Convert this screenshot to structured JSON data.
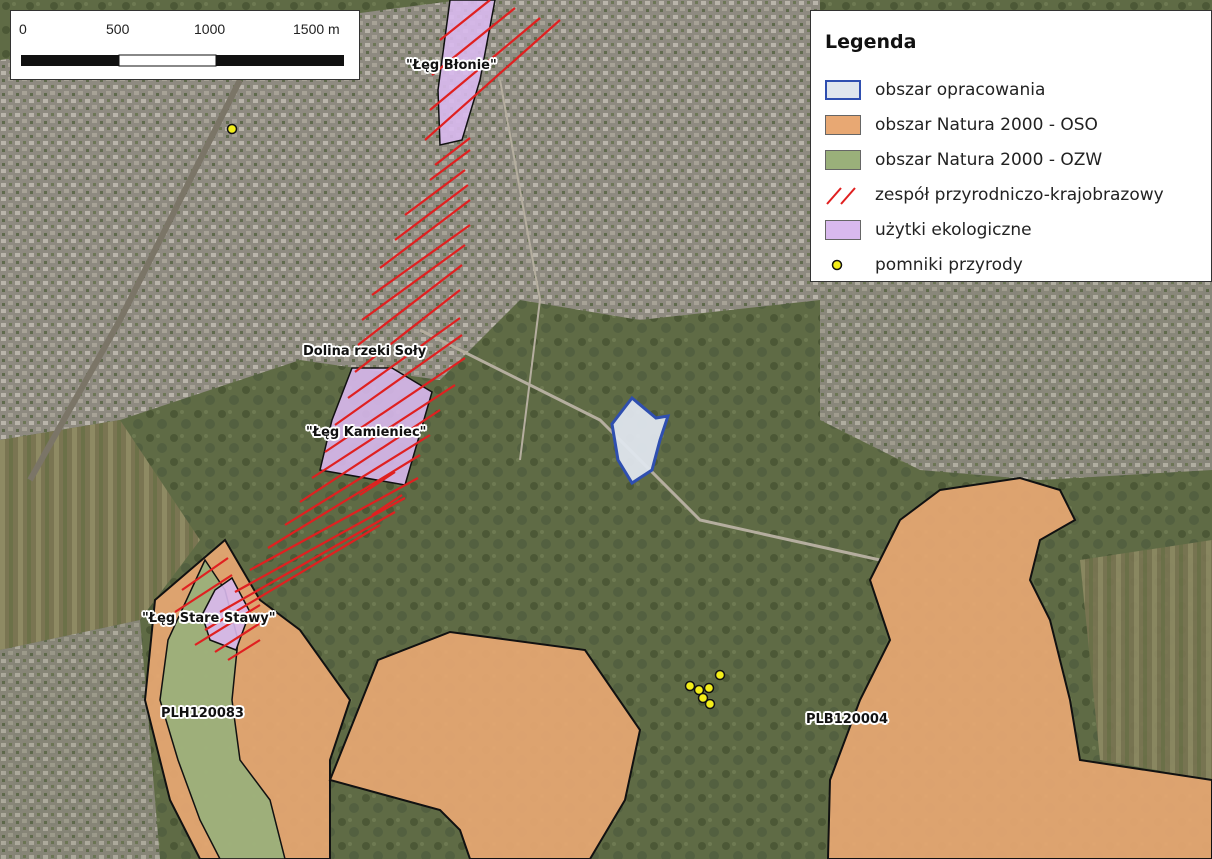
{
  "map": {
    "scale": {
      "ticks": [
        "0",
        "500",
        "1000",
        "1500 m"
      ]
    },
    "legend": {
      "title": "Legenda",
      "items": [
        {
          "label": "obszar opracowania",
          "symbol": "study-area",
          "fill": "#dfe6ee",
          "stroke": "#2f4fb0"
        },
        {
          "label": "obszar Natura 2000 - OSO",
          "symbol": "natura-oso",
          "fill": "#e8a873",
          "stroke": "#555555"
        },
        {
          "label": "obszar Natura 2000 - OZW",
          "symbol": "natura-ozw",
          "fill": "#9ab07a",
          "stroke": "#555555"
        },
        {
          "label": "zespół przyrodniczo-krajobrazowy",
          "symbol": "red-hatch",
          "stroke": "#e02020"
        },
        {
          "label": "użytki ekologiczne",
          "symbol": "eco-land",
          "fill": "#d9b9ee",
          "stroke": "#555555"
        },
        {
          "label": "pomniki przyrody",
          "symbol": "yellow-dot",
          "fill": "#f3ee1a",
          "stroke": "#111111"
        }
      ]
    },
    "labels": {
      "leg_blonie": "\"Łęg Błonie\"",
      "dolina": "Dolina rzeki Soły",
      "leg_kamieniec": "\"Łęg Kamieniec\"",
      "leg_stare_stawy": "\"Łęg Stare Stawy\"",
      "plh": "PLH120083",
      "plb": "PLB120004"
    },
    "colors": {
      "imagery": "#5d6748",
      "urban": "#9a9488",
      "oso": "#e8a873",
      "ozw": "#9ab07a",
      "eco": "#d9b9ee",
      "hatch": "#e02020",
      "study": "#dfe6ee",
      "study_border": "#2f4fb0",
      "monument": "#f3ee1a"
    }
  }
}
